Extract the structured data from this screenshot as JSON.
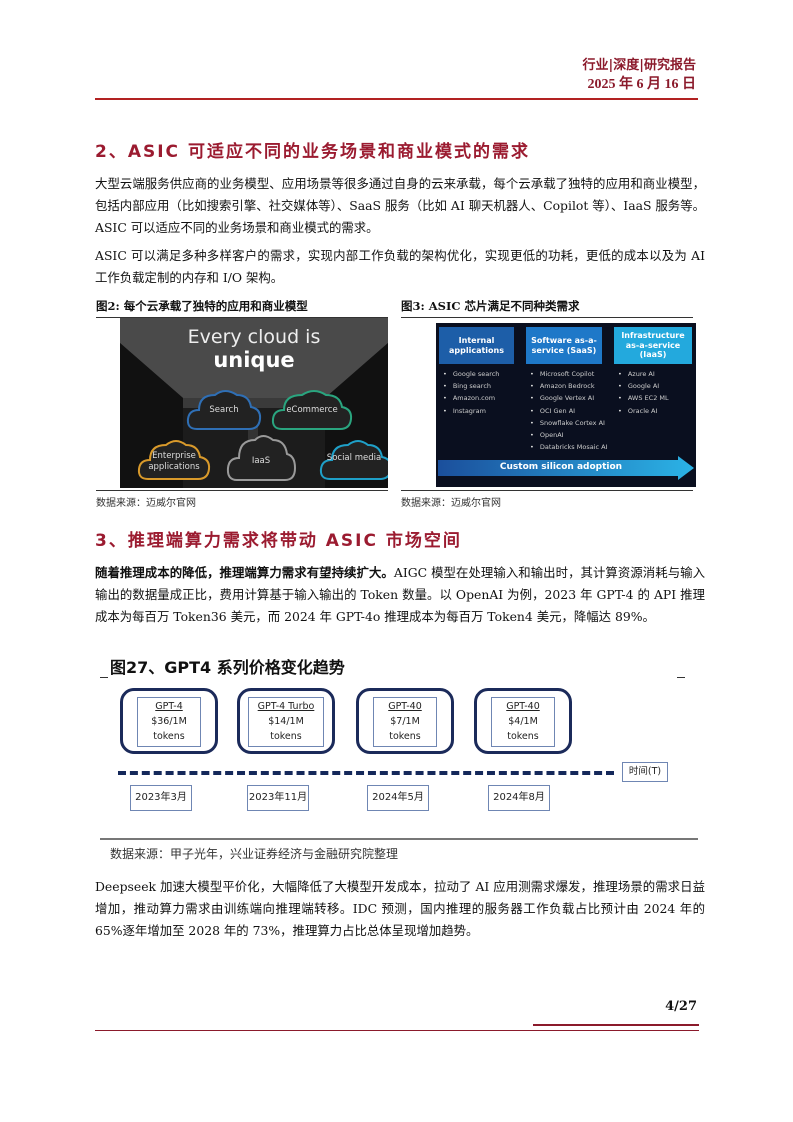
{
  "header": {
    "category": "行业|深度|研究报告",
    "date": "2025 年 6 月 16 日"
  },
  "section2": {
    "title": "2、ASIC 可适应不同的业务场景和商业模式的需求",
    "para1": "大型云端服务供应商的业务模型、应用场景等很多通过自身的云来承载，每个云承载了独特的应用和商业模型，包括内部应用（比如搜索引擎、社交媒体等）、SaaS 服务（比如 AI 聊天机器人、Copilot 等）、IaaS 服务等。ASIC 可以适应不同的业务场景和商业模式的需求。",
    "para2": "ASIC 可以满足多种多样客户的需求，实现内部工作负载的架构优化，实现更低的功耗，更低的成本以及为 AI 工作负载定制的内存和 I/O 架构。"
  },
  "figure2": {
    "caption": "图2:  每个云承载了独特的应用和商业模型",
    "title_line1": "Every cloud is",
    "title_line2": "unique",
    "clouds": [
      {
        "label": "Search",
        "color": "#2f6fb5"
      },
      {
        "label": "eCommerce",
        "color": "#2aa57f"
      },
      {
        "label": "Enterprise applications",
        "color": "#d99a2b"
      },
      {
        "label": "IaaS",
        "color": "#9a9a9a"
      },
      {
        "label": "Social media",
        "color": "#1fa0c8"
      }
    ],
    "source": "数据来源：迈威尔官网"
  },
  "figure3": {
    "caption": "图3:  ASIC 芯片满足不同种类需求",
    "columns": [
      {
        "header": "Internal applications",
        "color": "#1d5ea8",
        "items": [
          "Google search",
          "Bing search",
          "Amazon.com",
          "Instagram"
        ]
      },
      {
        "header": "Software as-a-service (SaaS)",
        "color": "#1e78c8",
        "items": [
          "Microsoft Copilot",
          "Amazon Bedrock",
          "Google Vertex AI",
          "OCI Gen AI",
          "Snowflake Cortex AI",
          "OpenAI",
          "Databricks Mosaic AI"
        ]
      },
      {
        "header": "Infrastructure as-a-service (IaaS)",
        "color": "#23a9dd",
        "items": [
          "Azure AI",
          "Google AI",
          "AWS EC2 ML",
          "Oracle AI"
        ]
      }
    ],
    "arrow_label": "Custom silicon adoption",
    "source": "数据来源：迈威尔官网"
  },
  "section3": {
    "title": "3、推理端算力需求将带动 ASIC 市场空间",
    "para1_bold": "随着推理成本的降低，推理端算力需求有望持续扩大。",
    "para1": "AIGC 模型在处理输入和输出时，其计算资源消耗与输入输出的数据量成正比，费用计算基于输入输出的 Token 数量。以 OpenAI 为例，2023 年 GPT-4 的 API 推理成本为每百万 Token36 美元，而 2024 年 GPT-4o 推理成本为每百万 Token4 美元，降幅达 89%。",
    "para2": "Deepseek 加速大模型平价化，大幅降低了大模型开发成本，拉动了 AI 应用测需求爆发，推理场景的需求日益增加，推动算力需求由训练端向推理端转移。IDC 预测，国内推理的服务器工作负载占比预计由 2024 年的 65%逐年增加至 2028 年的 73%，推理算力占比总体呈现增加趋势。"
  },
  "figure27": {
    "title": "图27、GPT4 系列价格变化趋势",
    "models": [
      {
        "name": "GPT-4",
        "price": "$36/1M",
        "unit": "tokens",
        "date": "2023年3月"
      },
      {
        "name": "GPT-4 Turbo",
        "price": "$14/1M",
        "unit": "tokens",
        "date": "2023年11月"
      },
      {
        "name": "GPT-40",
        "price": "$7/1M",
        "unit": "tokens",
        "date": "2024年5月"
      },
      {
        "name": "GPT-40",
        "price": "$4/1M",
        "unit": "tokens",
        "date": "2024年8月"
      }
    ],
    "axis_label": "时间(T)",
    "source": "数据来源：甲子光年，兴业证券经济与金融研究院整理"
  },
  "footer": {
    "page": "4/27"
  }
}
